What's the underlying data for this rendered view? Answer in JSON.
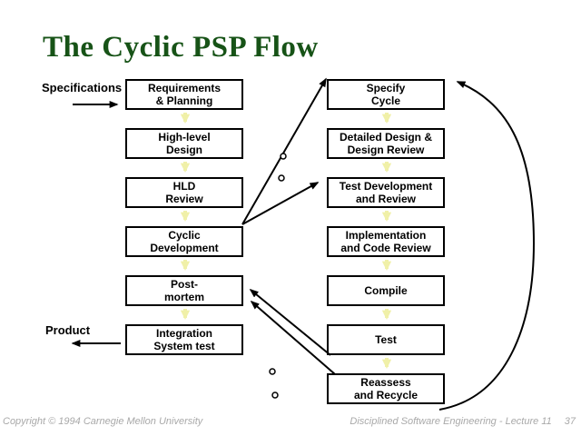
{
  "slide": {
    "title": "The Cyclic PSP Flow",
    "input_label": "Specifications",
    "output_label": "Product",
    "left_boxes": [
      "Requirements\n& Planning",
      "High-level\nDesign",
      "HLD\nReview",
      "Cyclic\nDevelopment",
      "Post-\nmortem",
      "Integration\nSystem test"
    ],
    "right_boxes": [
      "Specify\nCycle",
      "Detailed Design &\nDesign Review",
      "Test Development\nand Review",
      "Implementation\nand Code Review",
      "Compile",
      "Test",
      "Reassess\nand Recycle"
    ],
    "footer": {
      "copyright": "Copyright © 1994 Carnegie Mellon University",
      "course": "Disciplined Software Engineering - Lecture 11",
      "page": "37"
    },
    "colors": {
      "title_green": "#175317",
      "flow_arrow_yellow": "#f0f0a8",
      "connector_black": "#000000",
      "footer_gray": "#a9a9a9"
    }
  }
}
